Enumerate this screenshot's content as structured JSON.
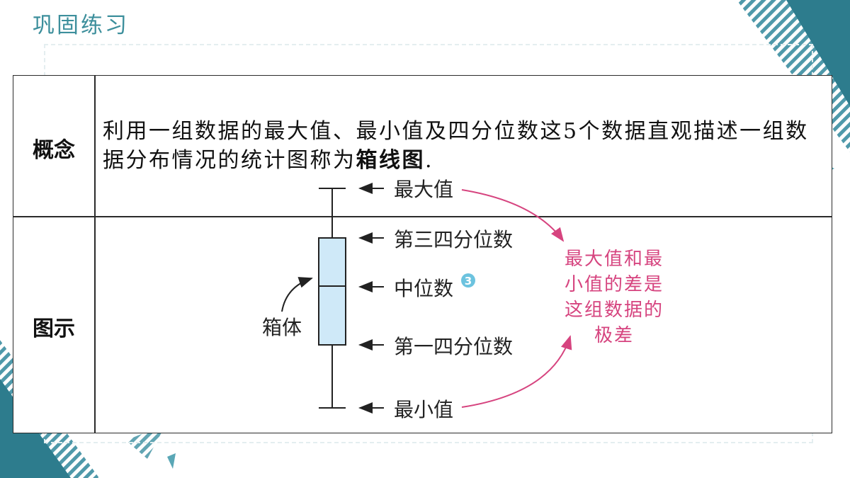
{
  "slide": {
    "title": "巩固练习"
  },
  "table": {
    "row1_label": "概念",
    "row2_label": "图示",
    "concept_plain": "利用一组数据的最大值、最小值及四分位数这5个数据直观描述一组数据分布情况的统计图称为",
    "concept_term": "箱线图",
    "concept_end": "."
  },
  "diagram": {
    "label_max": "最大值",
    "label_q3": "第三四分位数",
    "label_median": "中位数",
    "badge": "3",
    "label_q1": "第一四分位数",
    "label_min": "最小值",
    "label_box": "箱体",
    "note_lines": [
      "最大值和最",
      "小值的差是",
      "这组数据的",
      "极差"
    ]
  },
  "colors": {
    "title": "#3d8f9c",
    "decoration": "#3b8ea0",
    "box_fill": "#cfe9f8",
    "annotation": "#d6447f",
    "badge": "#6cc3df"
  }
}
